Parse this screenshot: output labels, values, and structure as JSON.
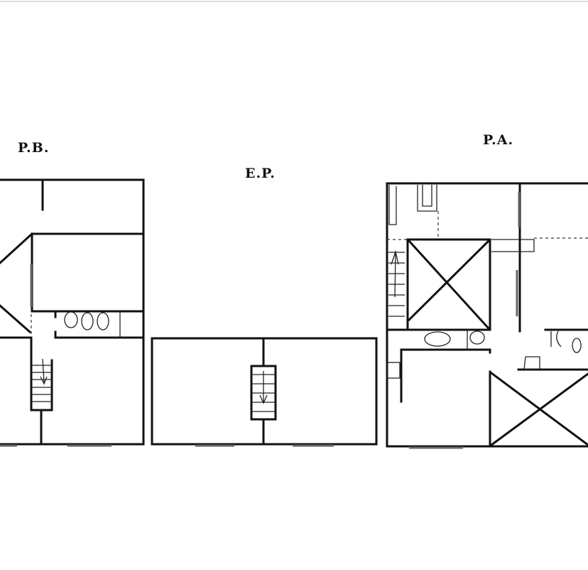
{
  "floors": [
    {
      "id": "pb",
      "label": "P.B."
    },
    {
      "id": "ep",
      "label": "E.P."
    },
    {
      "id": "pa",
      "label": "P.A."
    }
  ]
}
